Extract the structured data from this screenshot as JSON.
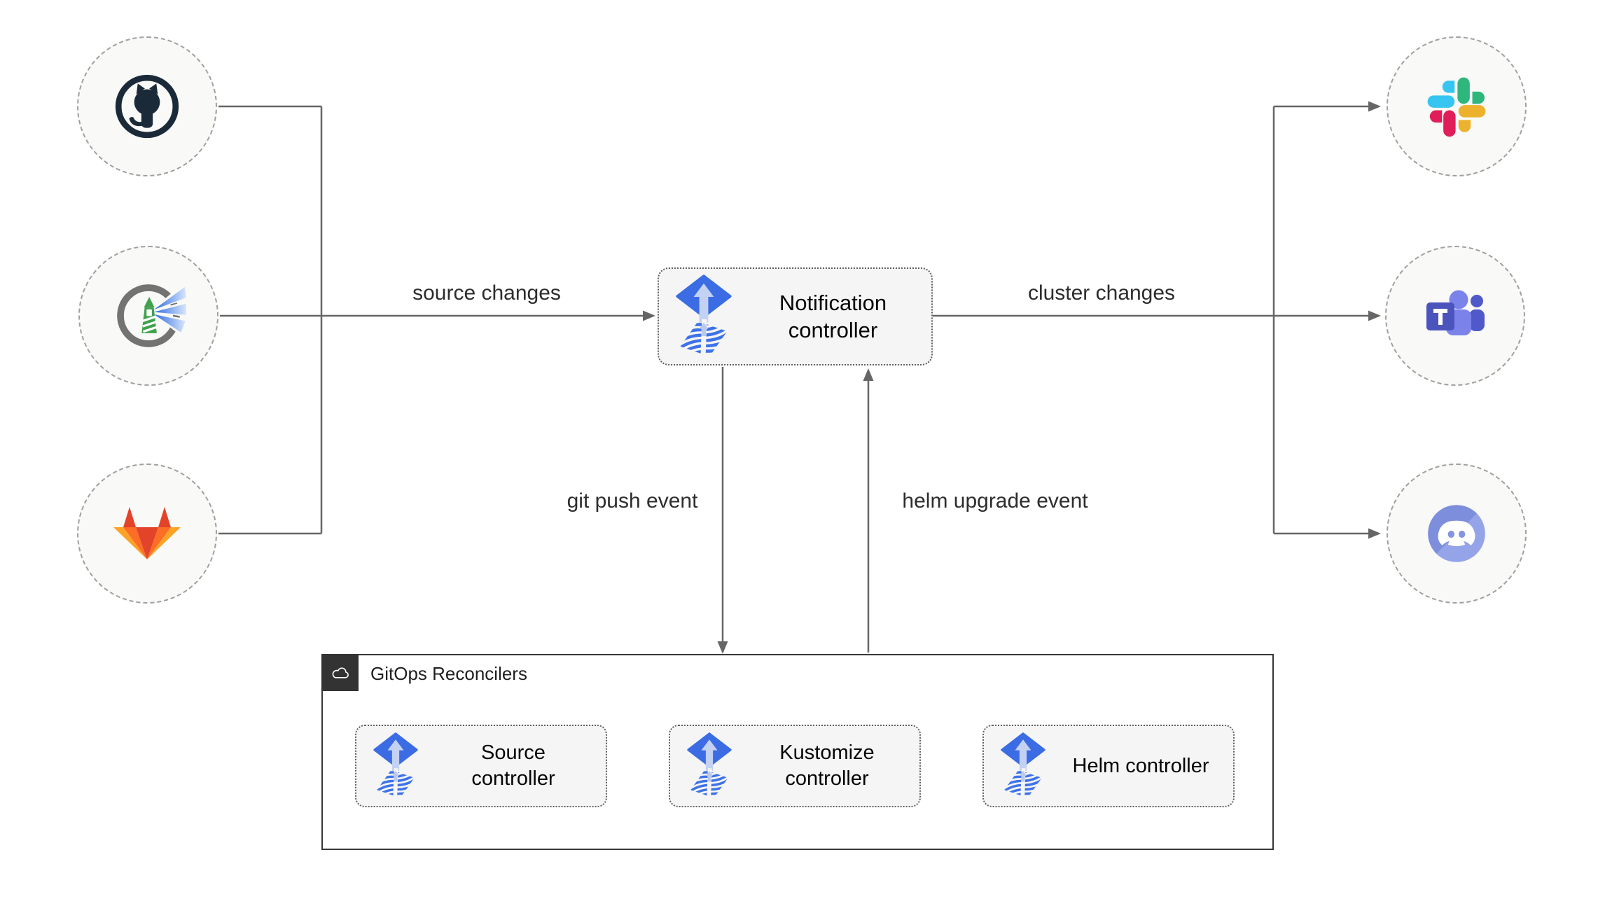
{
  "title": "Flux notification controller diagram",
  "nodes": {
    "notification": {
      "label": "Notification controller",
      "icon": "flux-icon"
    },
    "sources": [
      {
        "id": "github",
        "icon": "github-icon"
      },
      {
        "id": "harbor",
        "icon": "harbor-icon"
      },
      {
        "id": "gitlab",
        "icon": "gitlab-icon"
      }
    ],
    "alert_providers": [
      {
        "id": "slack",
        "icon": "slack-icon"
      },
      {
        "id": "teams",
        "icon": "teams-icon"
      },
      {
        "id": "discord",
        "icon": "discord-icon"
      }
    ]
  },
  "edges": {
    "source_changes": "source changes",
    "cluster_changes": "cluster changes",
    "git_push_event": "git push event",
    "helm_upgrade_event": "helm upgrade event"
  },
  "reconcilers": {
    "group_label": "GitOps Reconcilers",
    "group_icon": "cloud-icon",
    "items": [
      {
        "label": "Source controller",
        "icon": "flux-icon"
      },
      {
        "label": "Kustomize controller",
        "icon": "flux-icon"
      },
      {
        "label": "Helm controller",
        "icon": "flux-icon"
      }
    ]
  },
  "colors": {
    "flux_blue": "#3b6ce4",
    "flux_arrow_light": "#c3d1f3",
    "wire_gray": "#666666",
    "box_fill": "#f5f5f5",
    "circle_fill": "#f9f9f7",
    "group_border": "#383838",
    "badge_bg": "#333333",
    "slack": [
      "#36c5f0",
      "#2eb67d",
      "#ecb22e",
      "#e01e5a"
    ],
    "gitlab": [
      "#e24329",
      "#fc6d26",
      "#fca326"
    ],
    "teams": [
      "#4b53bc",
      "#7b83eb",
      "#5059c9"
    ],
    "discord": "#7d8edd",
    "harbor_green": "#41a24e",
    "github_navy": "#1b2a38"
  }
}
